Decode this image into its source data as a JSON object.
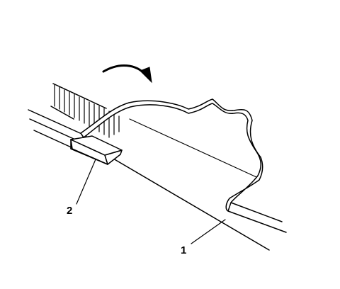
{
  "callouts": [
    {
      "id": "1",
      "label": "1"
    },
    {
      "id": "2",
      "label": "2"
    }
  ],
  "icons": {
    "arrow": "curved-arrow-icon"
  },
  "colors": {
    "line": "#000000",
    "background": "#ffffff"
  }
}
